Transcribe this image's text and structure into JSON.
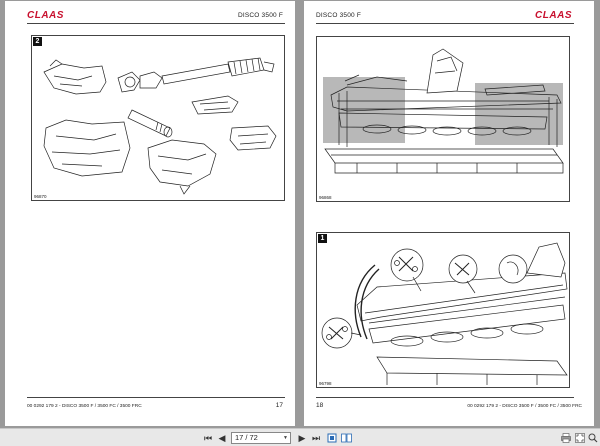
{
  "left_page": {
    "brand": "CLAAS",
    "header_model": "DISCO 3500 F",
    "figure_badge": "2",
    "figure_id": "96870",
    "footer_doc": "00 0292 179 2 - DISCO 3500 F / 3500 FC / 3500 FRC",
    "page_number": "17"
  },
  "right_page": {
    "brand": "CLAAS",
    "header_model": "DISCO 3500 F",
    "figure_top_id": "96868",
    "figure_bottom_badge": "1",
    "figure_bottom_id": "96798",
    "footer_doc": "00 0292 179 2 - DISCO 3500 F / 3500 FC / 3500 FRC",
    "page_number": "18"
  },
  "toolbar": {
    "current_page": "17",
    "separator": "/",
    "total_pages": "72",
    "icons": [
      "first-page-icon",
      "previous-page-icon",
      "next-page-icon",
      "last-page-icon",
      "fit-page-icon",
      "two-page-icon",
      "fullscreen-icon",
      "print-icon",
      "search-icon"
    ]
  }
}
